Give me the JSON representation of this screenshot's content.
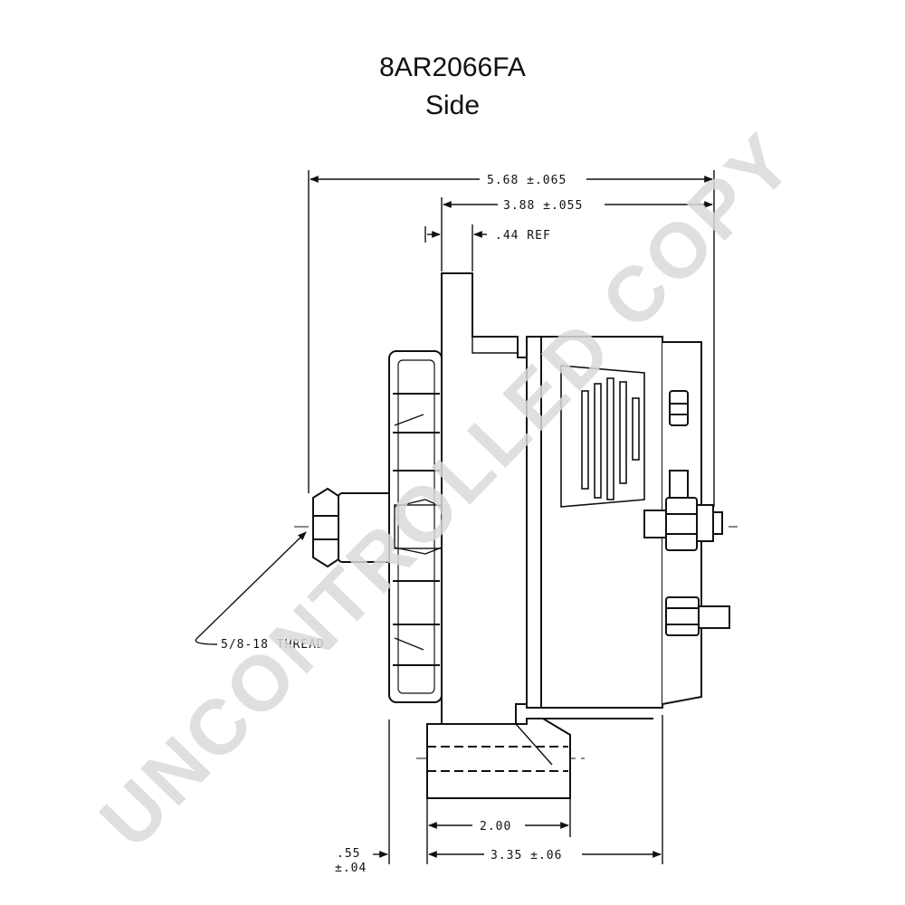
{
  "header": {
    "part_number": "8AR2066FA",
    "view": "Side"
  },
  "dimensions": {
    "overall_length": "5.68 ±.065",
    "body_length": "3.88 ±.055",
    "ref": ".44 REF",
    "mount_spacing": "2.00",
    "mount_length": "3.35 ±.06",
    "offset_top": ".55",
    "offset_bottom": "±.04",
    "thread": "5/8-18 THREAD"
  },
  "watermark": {
    "text": "UNCONTROLLED COPY"
  },
  "colors": {
    "line": "#111111",
    "watermark": "#d9d9d9",
    "background": "#ffffff"
  }
}
